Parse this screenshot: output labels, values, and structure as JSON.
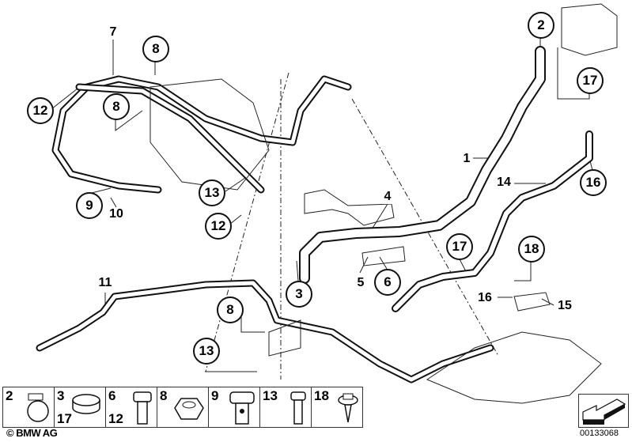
{
  "callouts_circled": [
    "2",
    "8",
    "17",
    "12",
    "8",
    "16",
    "13",
    "9",
    "12",
    "17",
    "18",
    "3",
    "6",
    "8",
    "13"
  ],
  "callouts_plain": [
    "7",
    "1",
    "14",
    "4",
    "10",
    "5",
    "11",
    "16",
    "15"
  ],
  "legend": [
    {
      "top": "2",
      "bottom": "",
      "part": "hose-clamp"
    },
    {
      "top": "3",
      "bottom": "17",
      "part": "clamp-ring"
    },
    {
      "top": "6",
      "bottom": "12",
      "part": "hex-bolt"
    },
    {
      "top": "8",
      "bottom": "",
      "part": "hex-nut"
    },
    {
      "top": "9",
      "bottom": "",
      "part": "banjo-bolt"
    },
    {
      "top": "13",
      "bottom": "",
      "part": "flange-bolt"
    },
    {
      "top": "18",
      "bottom": "",
      "part": "self-tapping-screw"
    }
  ],
  "copyright": "© BMW AG",
  "doc_number": "00133068"
}
